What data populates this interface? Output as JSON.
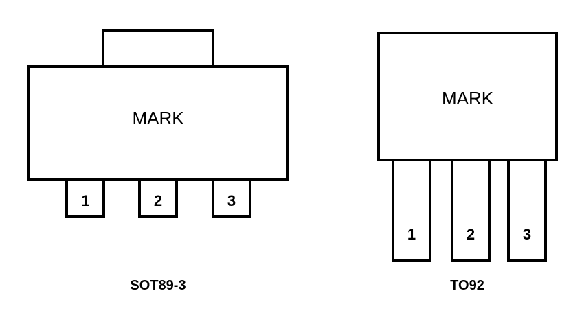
{
  "packages": [
    {
      "name": "SOT89-3",
      "body_label": "MARK",
      "pins": [
        "1",
        "2",
        "3"
      ]
    },
    {
      "name": "TO92",
      "body_label": "MARK",
      "pins": [
        "1",
        "2",
        "3"
      ]
    }
  ]
}
